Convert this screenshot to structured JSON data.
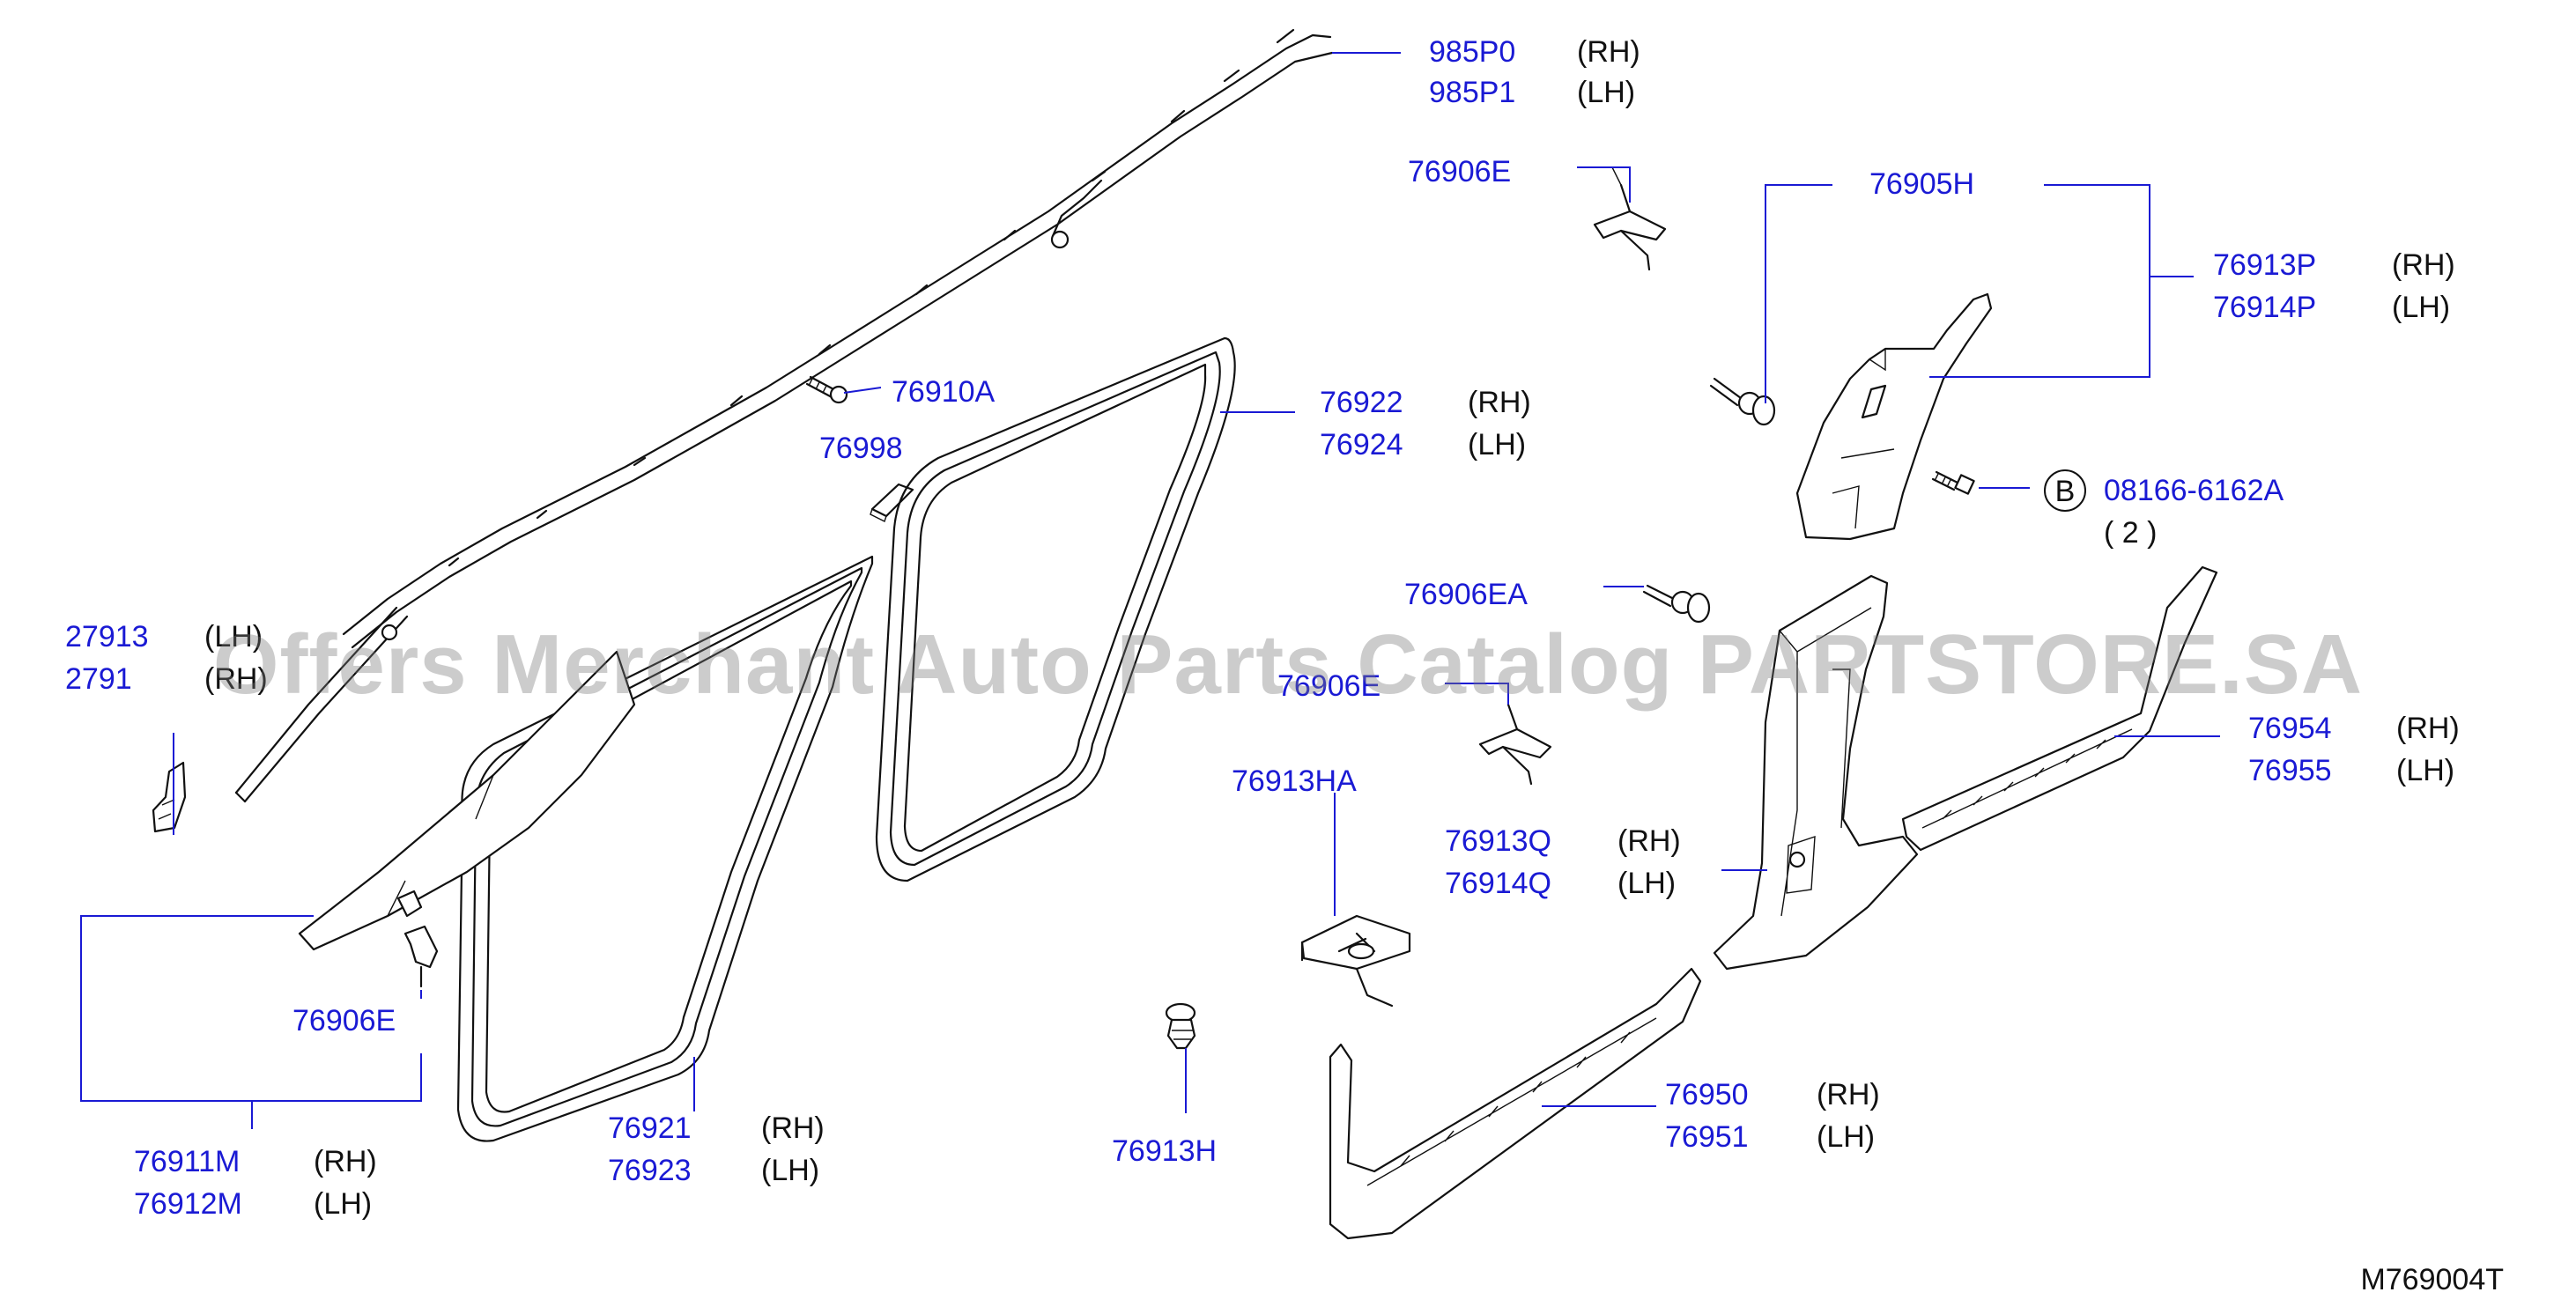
{
  "diagram_code": "M769004T",
  "watermark": "Offers Merchant Auto Parts Catalog PARTSTORE.SA",
  "colors": {
    "part_number": "#1a1ad4",
    "text": "#111111",
    "background": "#ffffff"
  },
  "labels": {
    "l985p0": "985P0",
    "l985p0_side": "(RH)",
    "l985p1": "985P1",
    "l985p1_side": "(LH)",
    "l76906e_a": "76906E",
    "l76905h": "76905H",
    "l76913p": "76913P",
    "l76913p_side": "(RH)",
    "l76914p": "76914P",
    "l76914p_side": "(LH)",
    "l76910a": "76910A",
    "l76998": "76998",
    "l76922": "76922",
    "l76922_side": "(RH)",
    "l76924": "76924",
    "l76924_side": "(LH)",
    "l08166": "08166-6162A",
    "l08166_qty": "( 2 )",
    "l08166_marker": "B",
    "l76906ea": "76906EA",
    "l27913": "27913",
    "l27913_side": "(LH)",
    "l2791x": "2791",
    "l2791x_side": "(RH)",
    "l76906e_b": "76906E",
    "l76954": "76954",
    "l76954_side": "(RH)",
    "l76955": "76955",
    "l76955_side": "(LH)",
    "l76913ha": "76913HA",
    "l76913q": "76913Q",
    "l76913q_side": "(RH)",
    "l76914q": "76914Q",
    "l76914q_side": "(LH)",
    "l76906e_c": "76906E",
    "l76950": "76950",
    "l76950_side": "(RH)",
    "l76951": "76951",
    "l76951_side": "(LH)",
    "l76913h": "76913H",
    "l76921": "76921",
    "l76921_side": "(RH)",
    "l76923": "76923",
    "l76923_side": "(LH)",
    "l76911m": "76911M",
    "l76911m_side": "(RH)",
    "l76912m": "76912M",
    "l76912m_side": "(LH)"
  }
}
